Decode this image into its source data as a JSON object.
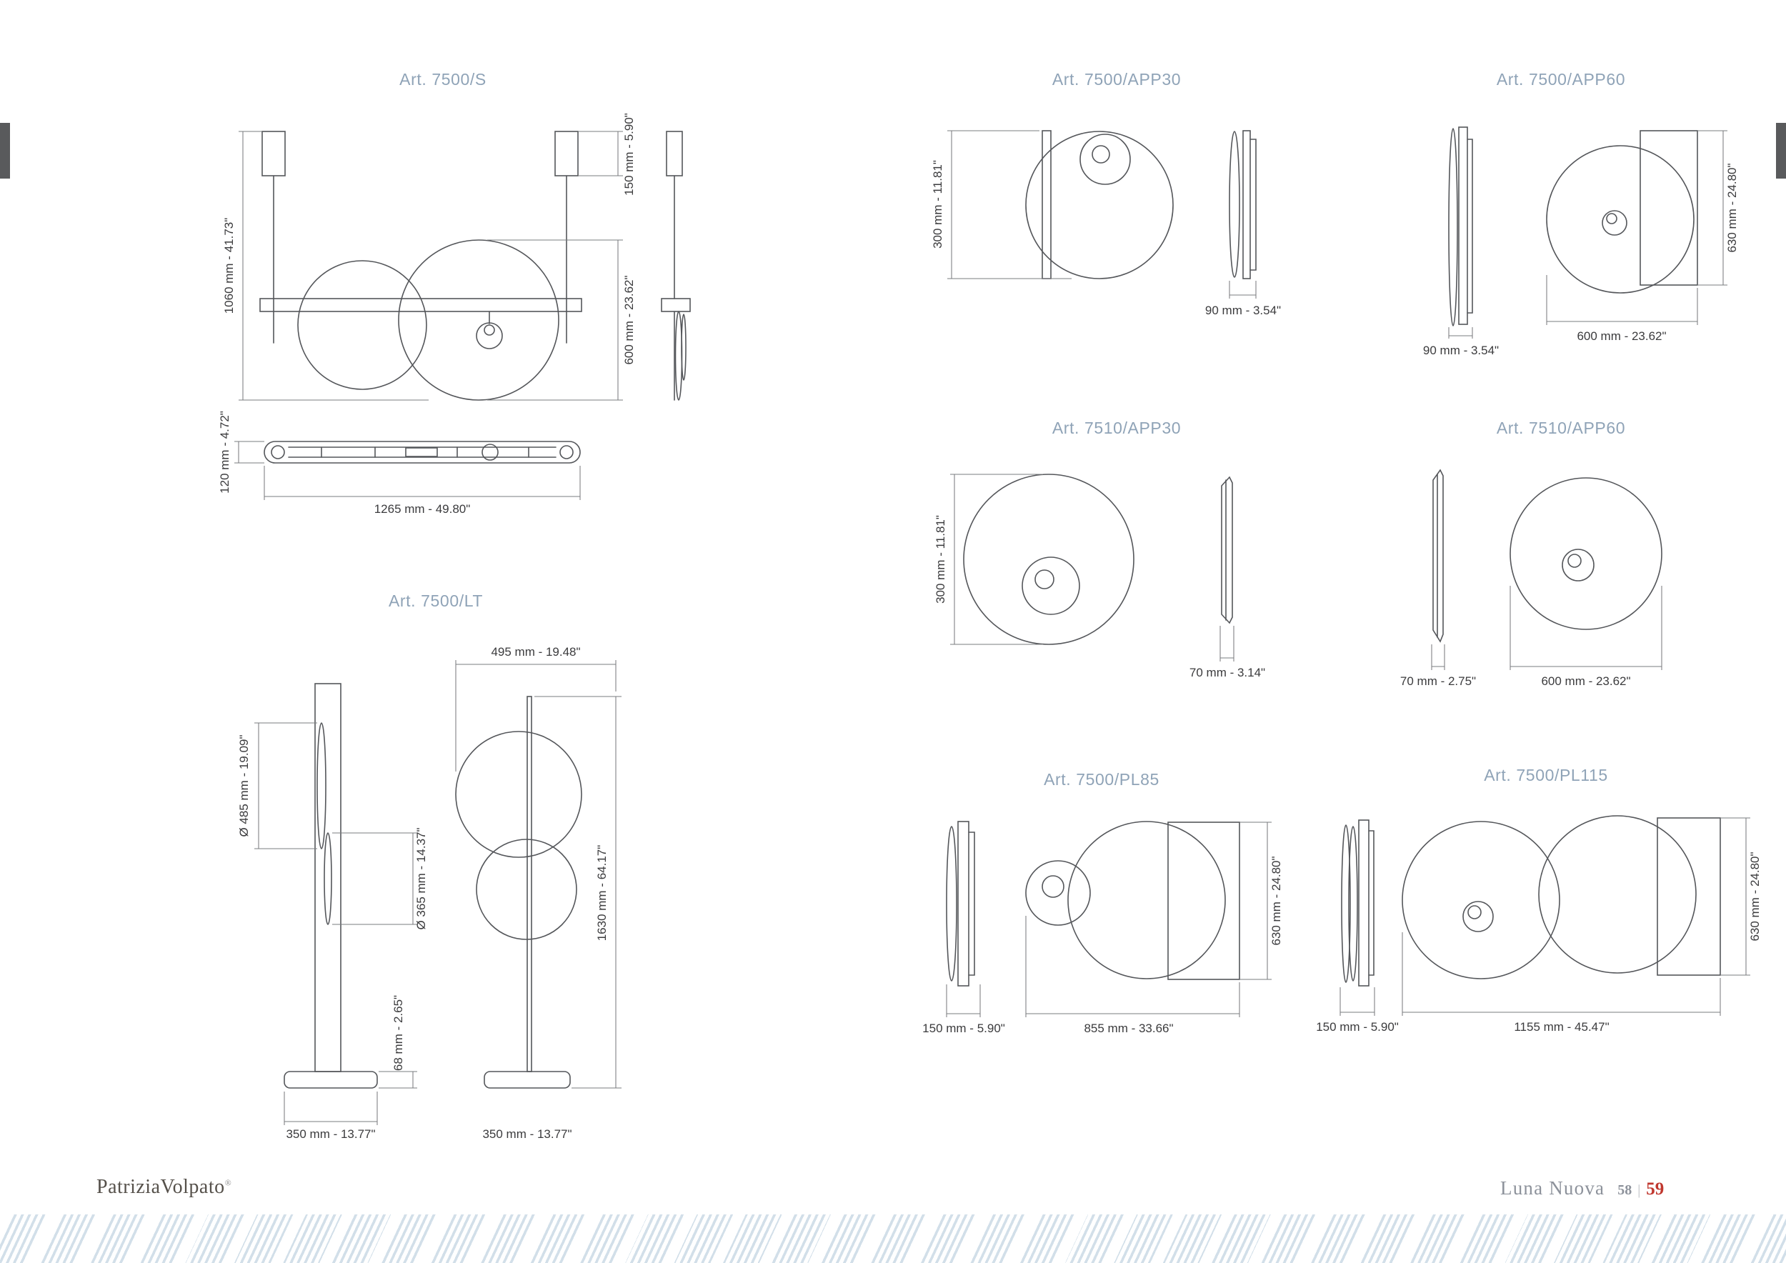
{
  "page": {
    "footer": {
      "brand": "PatriziaVolpato",
      "brand_mark": "®",
      "collection": "Luna Nuova",
      "page_left": "58",
      "page_sep": "|",
      "page_right": "59"
    }
  },
  "articles": {
    "s": {
      "title": "Art. 7500/S",
      "dim_total_h": "1060 mm - 41.73\"",
      "dim_canopy_h": "150 mm - 5.90\"",
      "dim_body_h": "600 mm - 23.62\"",
      "dim_plan_h": "120 mm - 4.72\"",
      "dim_plan_w": "1265 mm - 49.80\""
    },
    "lt": {
      "title": "Art. 7500/LT",
      "dim_top_w": "495 mm - 19.48\"",
      "dim_disc_large": "Ø 485 mm - 19.09\"",
      "dim_disc_small": "Ø 365 mm - 14.37\"",
      "dim_total_h": "1630 mm - 64.17\"",
      "dim_base_h": "68 mm - 2.65\"",
      "dim_base_w_side": "350 mm - 13.77\"",
      "dim_base_w_front": "350 mm - 13.77\""
    },
    "app30_7500": {
      "title": "Art. 7500/APP30",
      "dim_h": "300 mm - 11.81\"",
      "dim_d": "90 mm - 3.54\""
    },
    "app60_7500": {
      "title": "Art. 7500/APP60",
      "dim_h": "630 mm - 24.80\"",
      "dim_d": "90 mm - 3.54\"",
      "dim_w": "600 mm - 23.62\""
    },
    "app30_7510": {
      "title": "Art. 7510/APP30",
      "dim_h": "300 mm - 11.81\"",
      "dim_d": "70 mm - 3.14\""
    },
    "app60_7510": {
      "title": "Art. 7510/APP60",
      "dim_d": "70 mm - 2.75\"",
      "dim_w": "600 mm - 23.62\""
    },
    "pl85": {
      "title": "Art. 7500/PL85",
      "dim_d": "150 mm - 5.90\"",
      "dim_w": "855 mm - 33.66\"",
      "dim_h": "630 mm - 24.80\""
    },
    "pl115": {
      "title": "Art. 7500/PL115",
      "dim_d": "150 mm - 5.90\"",
      "dim_w": "1155 mm - 45.47\"",
      "dim_h": "630 mm - 24.80\""
    }
  }
}
